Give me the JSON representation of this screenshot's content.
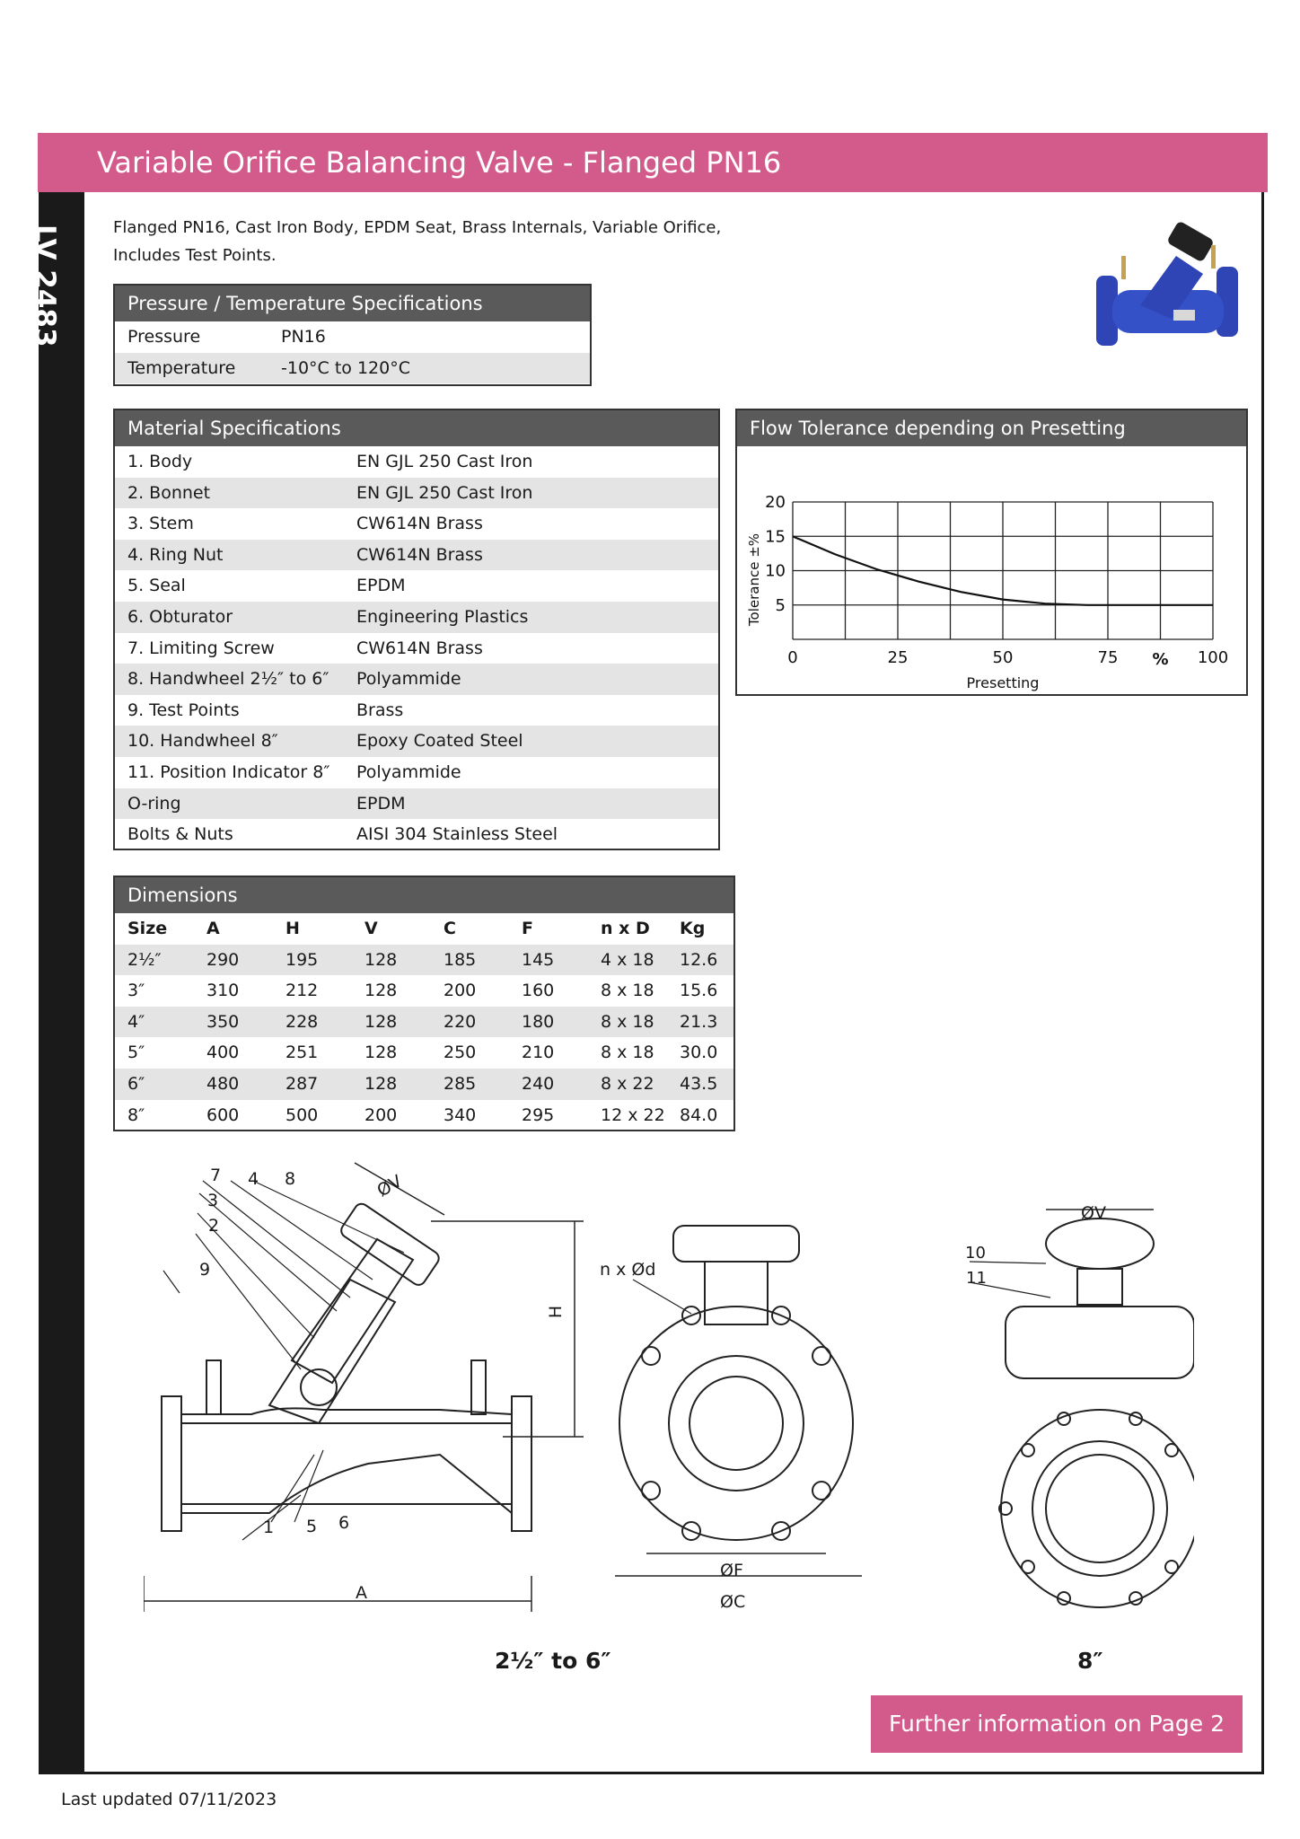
{
  "header": {
    "title": "Variable Orifice Balancing Valve - Flanged PN16",
    "product_code": "LV 2483"
  },
  "intro": {
    "line1": "Flanged PN16, Cast Iron Body, EPDM Seat, Brass Internals, Variable Orifice,",
    "line2": "Includes Test Points."
  },
  "pressure_temp": {
    "title": "Pressure / Temperature Specifications",
    "rows": [
      {
        "label": "Pressure",
        "value": "PN16"
      },
      {
        "label": "Temperature",
        "value": "-10°C to 120°C"
      }
    ]
  },
  "materials": {
    "title": "Material Specifications",
    "rows": [
      {
        "label": "1. Body",
        "value": "EN GJL 250 Cast Iron"
      },
      {
        "label": "2. Bonnet",
        "value": "EN GJL 250 Cast Iron"
      },
      {
        "label": "3. Stem",
        "value": "CW614N Brass"
      },
      {
        "label": "4. Ring Nut",
        "value": "CW614N Brass"
      },
      {
        "label": "5. Seal",
        "value": "EPDM"
      },
      {
        "label": "6. Obturator",
        "value": "Engineering Plastics"
      },
      {
        "label": "7. Limiting Screw",
        "value": "CW614N Brass"
      },
      {
        "label": "8. Handwheel 2½″ to 6″",
        "value": "Polyammide"
      },
      {
        "label": "9. Test Points",
        "value": "Brass"
      },
      {
        "label": "10. Handwheel 8″",
        "value": "Epoxy Coated Steel"
      },
      {
        "label": "11. Position Indicator 8″",
        "value": "Polyammide"
      },
      {
        "label": "O-ring",
        "value": "EPDM"
      },
      {
        "label": "Bolts & Nuts",
        "value": "AISI 304 Stainless Steel"
      }
    ]
  },
  "flow_chart": {
    "title": "Flow Tolerance depending on Presetting",
    "ylabel": "Tolerance ±%",
    "xlabel": "Presetting",
    "x_unit": "%",
    "x_ticks": [
      "0",
      "25",
      "50",
      "75",
      "100"
    ],
    "y_ticks": [
      "20",
      "15",
      "10",
      "5"
    ]
  },
  "chart_data": {
    "type": "line",
    "title": "Flow Tolerance depending on Presetting",
    "xlabel": "Presetting",
    "ylabel": "Tolerance ±%",
    "xlim": [
      0,
      100
    ],
    "ylim": [
      0,
      20
    ],
    "grid": true,
    "series": [
      {
        "x": [
          0,
          10,
          20,
          30,
          40,
          50,
          60,
          70,
          80,
          90,
          100
        ],
        "y": [
          15,
          12.4,
          10.2,
          8.4,
          6.9,
          5.8,
          5.2,
          5.0,
          5.0,
          5.0,
          5.0
        ]
      }
    ]
  },
  "dimensions": {
    "title": "Dimensions",
    "headers": [
      "Size",
      "A",
      "H",
      "V",
      "C",
      "F",
      "n x D",
      "Kg"
    ],
    "rows": [
      [
        "2½″",
        "290",
        "195",
        "128",
        "185",
        "145",
        "4 x 18",
        "12.6"
      ],
      [
        "3″",
        "310",
        "212",
        "128",
        "200",
        "160",
        "8 x 18",
        "15.6"
      ],
      [
        "4″",
        "350",
        "228",
        "128",
        "220",
        "180",
        "8 x 18",
        "21.3"
      ],
      [
        "5″",
        "400",
        "251",
        "128",
        "250",
        "210",
        "8 x 18",
        "30.0"
      ],
      [
        "6″",
        "480",
        "287",
        "128",
        "285",
        "240",
        "8 x 22",
        "43.5"
      ],
      [
        "8″",
        "600",
        "500",
        "200",
        "340",
        "295",
        "12 x 22",
        "84.0"
      ]
    ]
  },
  "drawing": {
    "callouts": [
      "7",
      "4",
      "8",
      "3",
      "2",
      "9",
      "1",
      "5",
      "6"
    ],
    "callouts_8in": [
      "10",
      "11"
    ],
    "dim_labels": {
      "v": "ØV",
      "h": "H",
      "a": "A",
      "nd": "n x Ød",
      "f": "ØF",
      "c": "ØC",
      "v8": "ØV"
    },
    "caption_small": "2½″ to 6″",
    "caption_large": "8″"
  },
  "footer": {
    "further": "Further information on Page 2",
    "updated": "Last updated 07/11/2023"
  },
  "colors": {
    "accent": "#d35b8c",
    "table_header": "#5a5a5a",
    "row_alt": "#e4e4e4",
    "valve_blue": "#2f45b5"
  }
}
